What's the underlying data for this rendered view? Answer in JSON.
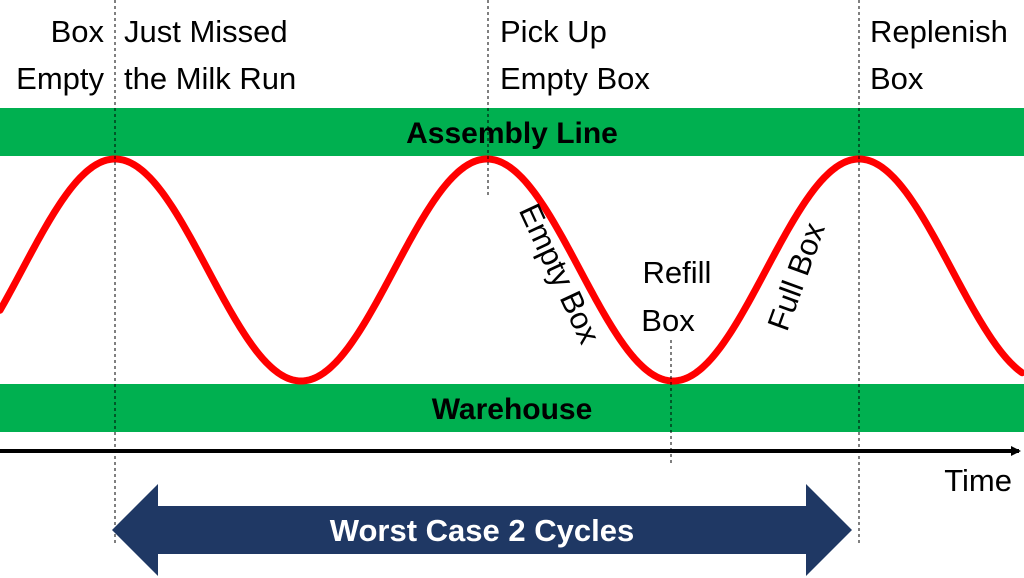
{
  "top_labels": {
    "box_empty": [
      "Box",
      "Empty"
    ],
    "just_missed": [
      "Just Missed",
      "the Milk Run"
    ],
    "pick_up": [
      "Pick Up",
      "Empty Box"
    ],
    "replenish": [
      "Replenish",
      "Box"
    ]
  },
  "bands": {
    "assembly_line": "Assembly Line",
    "warehouse": "Warehouse"
  },
  "curve_labels": {
    "empty_box": "Empty Box",
    "refill_box": [
      "Refill",
      "Box"
    ],
    "full_box": "Full Box"
  },
  "axis": {
    "time_label": "Time"
  },
  "arrow": {
    "label": "Worst Case 2 Cycles"
  },
  "colors": {
    "band_green": "#00b050",
    "curve_red": "#ff0000",
    "arrow_navy": "#1f3864",
    "axis_black": "#000000"
  }
}
